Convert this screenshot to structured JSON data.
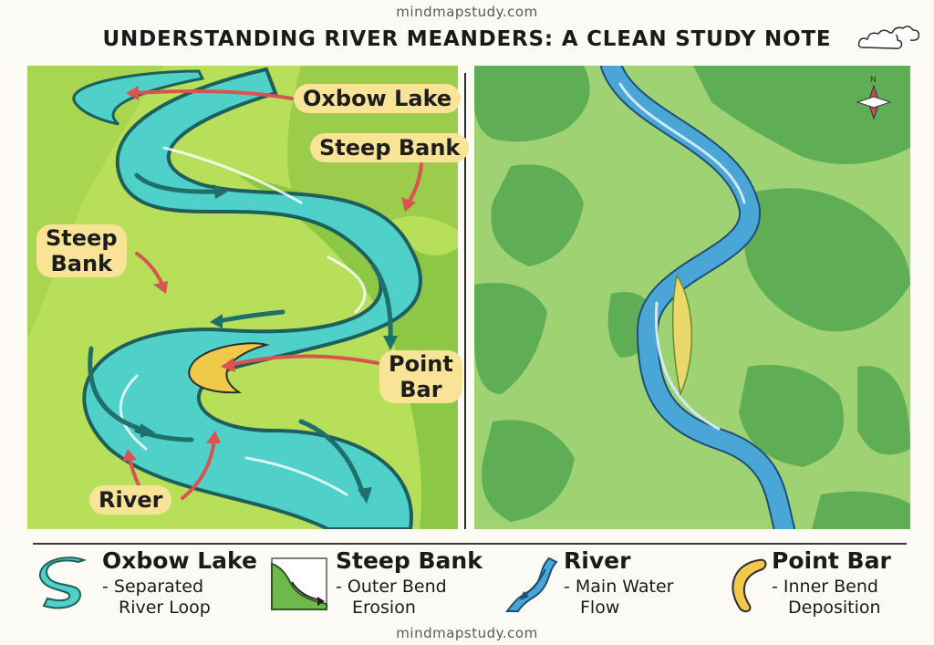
{
  "header": {
    "site_top": "mindmapstudy.com",
    "title": "UNDERSTANDING RIVER MEANDERS: A CLEAN STUDY NOTE",
    "site_bottom": "mindmapstudy.com"
  },
  "labels": {
    "oxbow": "Oxbow Lake",
    "steep_right": "Steep Bank",
    "steep_left_1": "Steep",
    "steep_left_2": "Bank",
    "point_1": "Point",
    "point_2": "Bar",
    "river": "River"
  },
  "compass_letter": "N",
  "legend": [
    {
      "title": "Oxbow Lake",
      "desc1": "- Separated",
      "desc2": "River Loop",
      "icon": "oxbow-icon"
    },
    {
      "title": "Steep Bank",
      "desc1": "- Outer Bend",
      "desc2": "Erosion",
      "icon": "steep-bank-icon"
    },
    {
      "title": "River",
      "desc1": "- Main Water",
      "desc2": "Flow",
      "icon": "river-icon"
    },
    {
      "title": "Point Bar",
      "desc1": "- Inner Bend",
      "desc2": "Deposition",
      "icon": "point-bar-icon"
    }
  ],
  "colors": {
    "water": "#4fd0c9",
    "water_dark": "#2a9d97",
    "grass_light": "#b8df5a",
    "grass_dark": "#7fbd3d",
    "sand": "#f0c94a",
    "arrow_red": "#d9534f",
    "map_river": "#4aa6d6",
    "map_green": "#5fae55",
    "map_light": "#9fd273"
  }
}
